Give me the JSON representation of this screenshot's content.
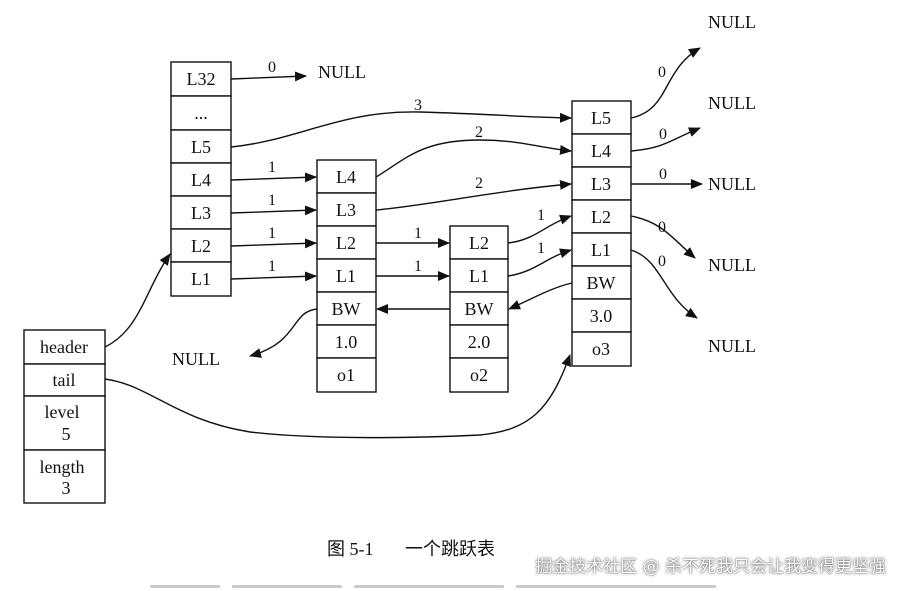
{
  "diagram": {
    "header_node": {
      "fields": [
        "header",
        "tail"
      ],
      "level_label": "level",
      "level_value": "5",
      "length_label": "length",
      "length_value": "3"
    },
    "header_levels": [
      "L32",
      "...",
      "L5",
      "L4",
      "L3",
      "L2",
      "L1"
    ],
    "nodes": [
      {
        "id": "o1",
        "levels": [
          "L4",
          "L3",
          "L2",
          "L1"
        ],
        "backward": "BW",
        "score": "1.0",
        "obj": "o1"
      },
      {
        "id": "o2",
        "levels": [
          "L2",
          "L1"
        ],
        "backward": "BW",
        "score": "2.0",
        "obj": "o2"
      },
      {
        "id": "o3",
        "levels": [
          "L5",
          "L4",
          "L3",
          "L2",
          "L1"
        ],
        "backward": "BW",
        "score": "3.0",
        "obj": "o3"
      }
    ],
    "null_label": "NULL",
    "spans": {
      "header_L32": "0",
      "header_L5_to_o3": "3",
      "header_L4_to_o1": "1",
      "header_L3_to_o1": "1",
      "header_L2_to_o1": "1",
      "header_L1_to_o1": "1",
      "o1_L4_to_o3": "2",
      "o1_L3_to_o3": "2",
      "o1_L2_to_o2": "1",
      "o1_L1_to_o2": "1",
      "o2_L2_to_o3": "1",
      "o2_L1_to_o3": "1",
      "o3_L5": "0",
      "o3_L4": "0",
      "o3_L3": "0",
      "o3_L2": "0",
      "o3_L1": "0"
    }
  },
  "caption": {
    "figure_number": "图 5-1",
    "title": "一个跳跃表"
  },
  "watermark": "掘金技术社区 @ 杀不死我只会让我变得更坚强"
}
